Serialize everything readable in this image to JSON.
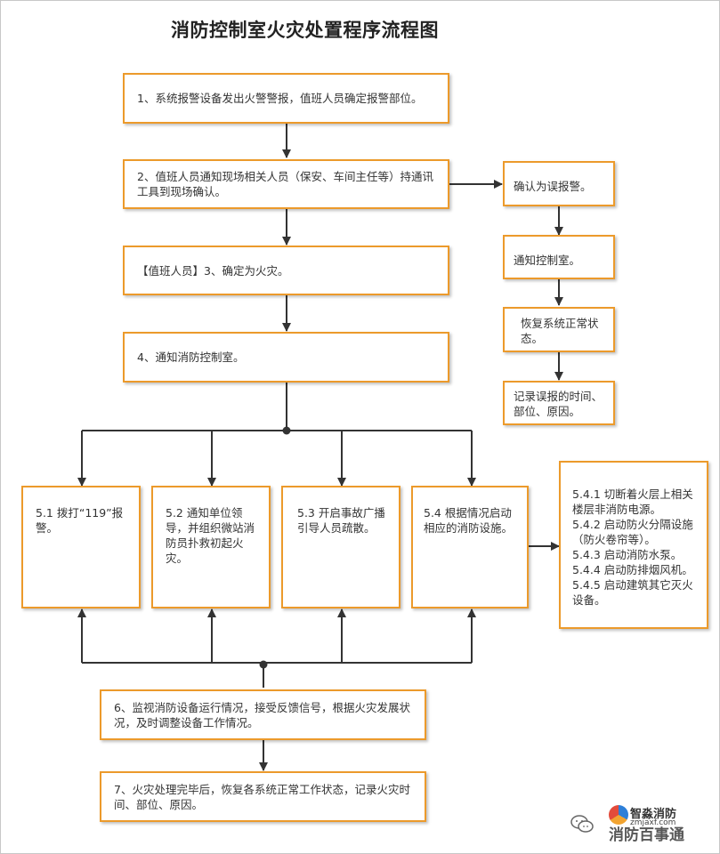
{
  "title": "消防控制室火灾处置程序流程图",
  "colors": {
    "box_border": "#ec9a2b",
    "line": "#333333"
  },
  "steps": {
    "s1": "1、系统报警设备发出火警警报，值班人员确定报警部位。",
    "s2": "2、值班人员通知现场相关人员（保安、车间主任等）持通讯工具到现场确认。",
    "s3": "【值班人员】3、确定为火灾。",
    "s4": "4、通知消防控制室。",
    "s5_1": "5.1 拨打“119”报警。",
    "s5_2": "5.2 通知单位领导，并组织微站消防员扑救初起火灾。",
    "s5_3": "5.3 开启事故广播引导人员疏散。",
    "s5_4": "5.4 根据情况启动相应的消防设施。",
    "s5_4_details": [
      "5.4.1 切断着火层上相关楼层非消防电源。",
      "5.4.2 启动防火分隔设施（防火卷帘等）。",
      "5.4.3 启动消防水泵。",
      "5.4.4 启动防排烟风机。",
      "5.4.5 启动建筑其它灭火设备。"
    ],
    "s6": "6、监视消防设备运行情况，接受反馈信号，根据火灾发展状况，及时调整设备工作情况。",
    "s7": "7、火灾处理完毕后，恢复各系统正常工作状态，记录火灾时间、部位、原因。"
  },
  "false_alarm": {
    "a1": "确认为误报警。",
    "a2": "通知控制室。",
    "a3": "恢复系统正常状态。",
    "a4": "记录误报的时间、部位、原因。"
  },
  "watermark": {
    "icon": "wechat-icon",
    "brand": "智淼消防",
    "url": "zmjaxf.com",
    "subtitle": "消防百事通"
  }
}
